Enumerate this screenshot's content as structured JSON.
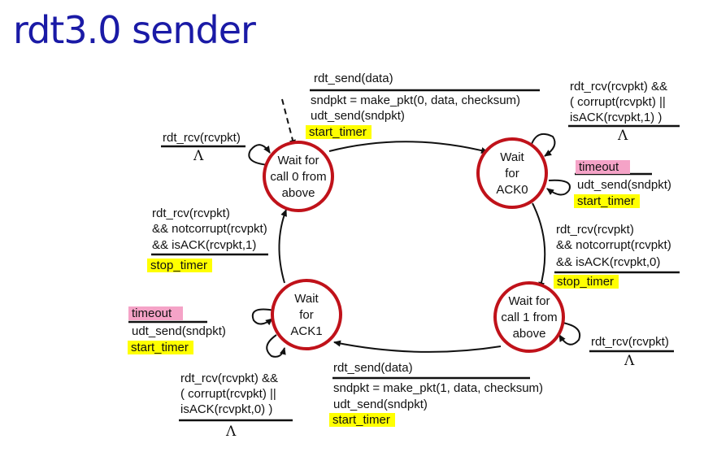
{
  "title": "rdt3.0 sender",
  "lambda": "Λ",
  "states": {
    "wait_call0": [
      "Wait for",
      "call 0 from",
      "above"
    ],
    "wait_ack0": [
      "Wait",
      "for",
      "ACK0"
    ],
    "wait_call1": [
      "Wait for",
      "call 1 from",
      "above"
    ],
    "wait_ack1": [
      "Wait",
      "for",
      "ACK1"
    ]
  },
  "transitions": {
    "t_call0_to_ack0": {
      "event": "rdt_send(data)",
      "actions": [
        "sndpkt = make_pkt(0, data, checksum)",
        "udt_send(sndpkt)"
      ],
      "timer": "start_timer"
    },
    "t_call0_self": {
      "event": "rdt_rcv(rcvpkt)"
    },
    "t_ack0_self_corrupt": {
      "event": [
        "rdt_rcv(rcvpkt) &&",
        "( corrupt(rcvpkt) ||",
        "isACK(rcvpkt,1) )"
      ]
    },
    "t_ack0_timeout": {
      "event": "timeout",
      "actions": [
        "udt_send(sndpkt)"
      ],
      "timer": "start_timer"
    },
    "t_ack0_to_call1": {
      "event": [
        "rdt_rcv(rcvpkt)",
        "&& notcorrupt(rcvpkt)",
        "&& isACK(rcvpkt,0)"
      ],
      "timer": "stop_timer"
    },
    "t_call1_self": {
      "event": "rdt_rcv(rcvpkt)"
    },
    "t_call1_to_ack1": {
      "event": "rdt_send(data)",
      "actions": [
        "sndpkt = make_pkt(1, data, checksum)",
        "udt_send(sndpkt)"
      ],
      "timer": "start_timer"
    },
    "t_ack1_self_corrupt": {
      "event": [
        "rdt_rcv(rcvpkt) &&",
        "( corrupt(rcvpkt) ||",
        "isACK(rcvpkt,0) )"
      ]
    },
    "t_ack1_timeout": {
      "event": "timeout",
      "actions": [
        "udt_send(sndpkt)"
      ],
      "timer": "start_timer"
    },
    "t_ack1_to_call0": {
      "event": [
        "rdt_rcv(rcvpkt)",
        "&& notcorrupt(rcvpkt)",
        "&& isACK(rcvpkt,1)"
      ],
      "timer": "stop_timer"
    }
  },
  "colors": {
    "title": "#1a1aa6",
    "state_border": "#c0121a",
    "highlight_yellow": "#ffff00",
    "highlight_pink": "#f5a3c7"
  }
}
